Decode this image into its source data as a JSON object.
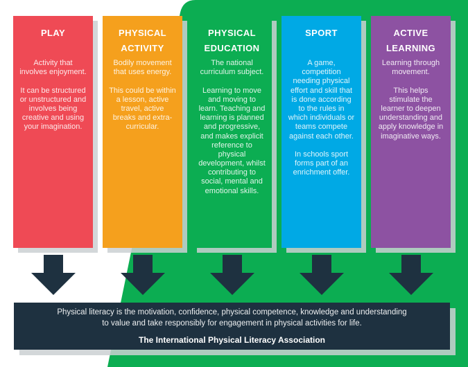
{
  "colors": {
    "background": "#ffffff",
    "green_shape": "#0cad52",
    "arrow": "#1e3140",
    "banner_bg": "#1e3140",
    "shadow": "rgba(203,208,210,0.85)"
  },
  "columns": [
    {
      "title": "PLAY",
      "color": "#ef4a55",
      "body": "Activity that involves enjoyment.\n\nIt can be structured or unstructured and involves being creative and using your imagination."
    },
    {
      "title": "PHYSICAL ACTIVITY",
      "color": "#f5a01d",
      "body": "Bodily movement that uses energy.\n\nThis could be within a lesson, active travel, active breaks and extra-curricular."
    },
    {
      "title": "PHYSICAL EDUCATION",
      "color": "#0cad52",
      "body": "The national curriculum subject.\n\nLearning to move and moving to learn. Teaching and learning is planned and progressive, and makes explicit reference to physical development, whilst contributing to social, mental and emotional skills."
    },
    {
      "title": "SPORT",
      "color": "#00a9e5",
      "body": "A game, competition needing physical effort and skill that is done according to the rules in which individuals or teams compete against each other.\n\nIn schools sport forms part of an enrichment offer."
    },
    {
      "title": "ACTIVE LEARNING",
      "color": "#8d52a2",
      "body": "Learning through movement.\n\nThis helps stimulate the learner to deepen understanding and apply knowledge in imaginative ways."
    }
  ],
  "banner": {
    "quote": "Physical literacy is the motivation, confidence, physical competence, knowledge and understanding to value and take responsibly for engagement in physical activities for life.",
    "attribution": "The International Physical Literacy Association"
  }
}
